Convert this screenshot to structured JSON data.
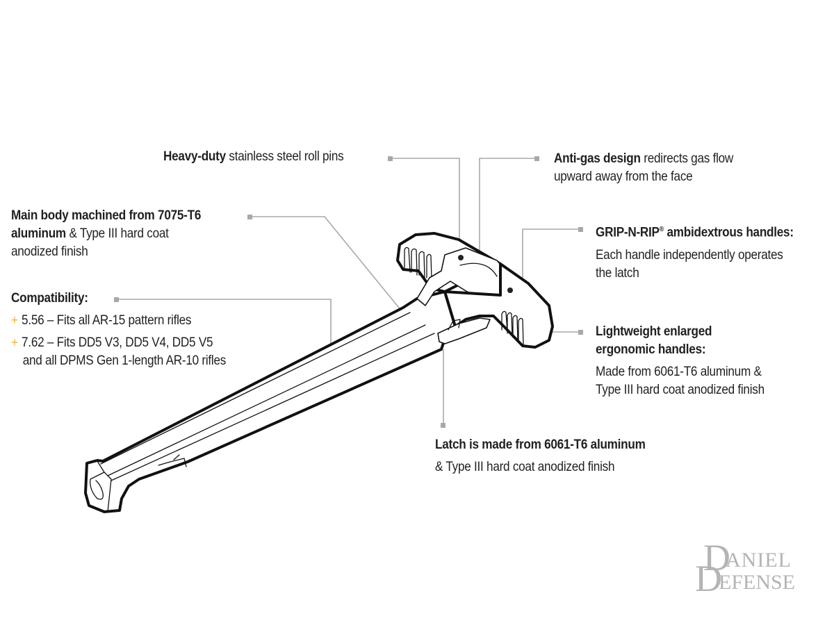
{
  "callouts": {
    "roll_pins": {
      "bold": "Heavy-duty",
      "text": " stainless steel roll pins"
    },
    "anti_gas": {
      "bold": "Anti-gas design",
      "text": " redirects gas flow",
      "line2": "upward away from the face"
    },
    "main_body": {
      "bold1": "Main body machined from 7075-T6",
      "bold2": "aluminum",
      "text2": " & Type III hard coat",
      "line3": "anodized finish"
    },
    "compatibility": {
      "heading": "Compatibility:",
      "bullet_glyph": "+",
      "items": [
        {
          "line1": "5.56 – Fits all AR-15 pattern rifles"
        },
        {
          "line1": "7.62 – Fits DD5 V3, DD5 V4, DD5 V5",
          "line2": "and all DPMS Gen 1-length AR-10 rifles"
        }
      ]
    },
    "grip_n_rip": {
      "bold": "GRIP-N-RIP",
      "reg": "®",
      "bold_rest": " ambidextrous handles:",
      "line2": "Each handle independently operates",
      "line3": "the latch"
    },
    "lightweight": {
      "bold1": "Lightweight enlarged",
      "bold2": "ergonomic handles:",
      "line3": "Made from 6061-T6 aluminum &",
      "line4": "Type III hard coat anodized finish"
    },
    "latch": {
      "bold": "Latch is made from 6061-T6 aluminum",
      "line2": "& Type III hard coat anodized finish"
    }
  },
  "logo": {
    "line1_initial": "D",
    "line1_rest": "ANIEL",
    "line2_initial": "D",
    "line2_rest": "EFENSE"
  },
  "colors": {
    "leader": "#a8a8a8",
    "bullet": "#f3b23a",
    "outline": "#111111",
    "logo": "#b4b4b4"
  }
}
